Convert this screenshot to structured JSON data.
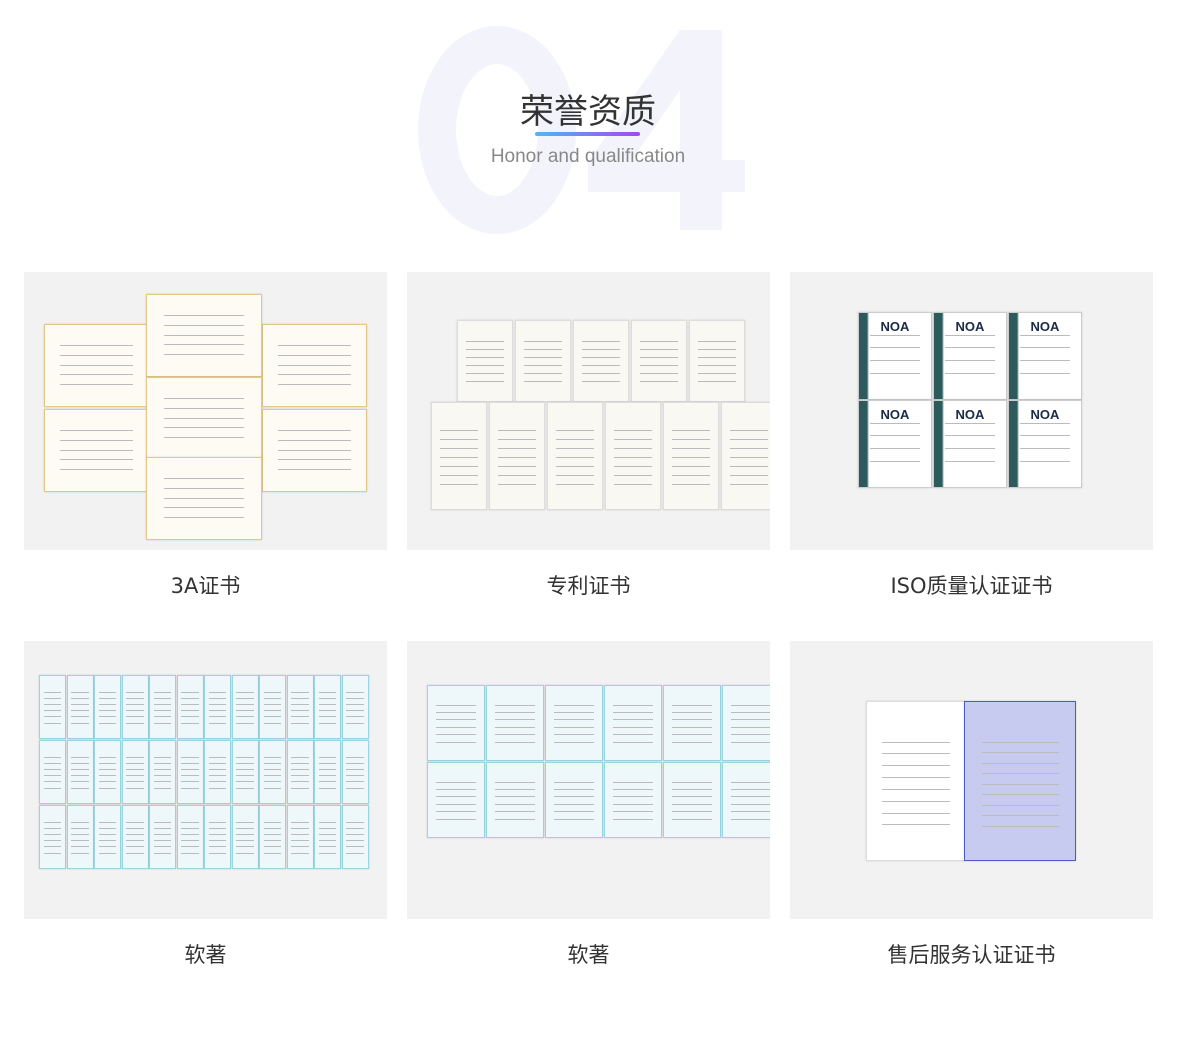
{
  "header": {
    "bg_number": "04",
    "title": "荣誉资质",
    "subtitle": "Honor and qualification"
  },
  "cards": [
    {
      "caption": "3A证书",
      "style": "aaa"
    },
    {
      "caption": "专利证书",
      "style": "patent"
    },
    {
      "caption": "ISO质量认证证书",
      "style": "iso",
      "logo_text": "NOA"
    },
    {
      "caption": "软著",
      "style": "soft1"
    },
    {
      "caption": "软著",
      "style": "soft2"
    },
    {
      "caption": "售后服务认证证书",
      "style": "service"
    }
  ]
}
